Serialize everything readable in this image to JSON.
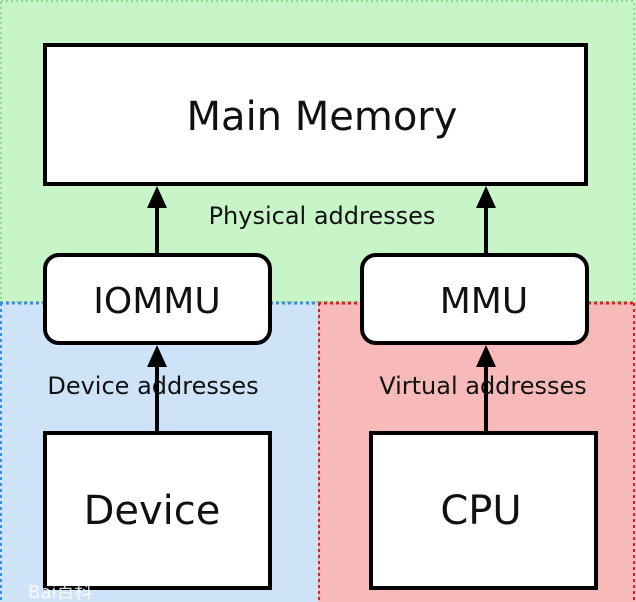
{
  "nodes": {
    "main_memory": "Main Memory",
    "iommu": "IOMMU",
    "mmu": "MMU",
    "device": "Device",
    "cpu": "CPU"
  },
  "edges": {
    "physical": "Physical addresses",
    "device": "Device addresses",
    "virtual": "Virtual addresses"
  },
  "regions": {
    "physical_color": "#c8f5c8",
    "device_color": "#cfe3f8",
    "virtual_color": "#f8b9b9",
    "green_dot": "#8fdc8f",
    "blue_dot": "#3a8ee6",
    "red_dot": "#e02020"
  },
  "watermark": "Bai百科"
}
